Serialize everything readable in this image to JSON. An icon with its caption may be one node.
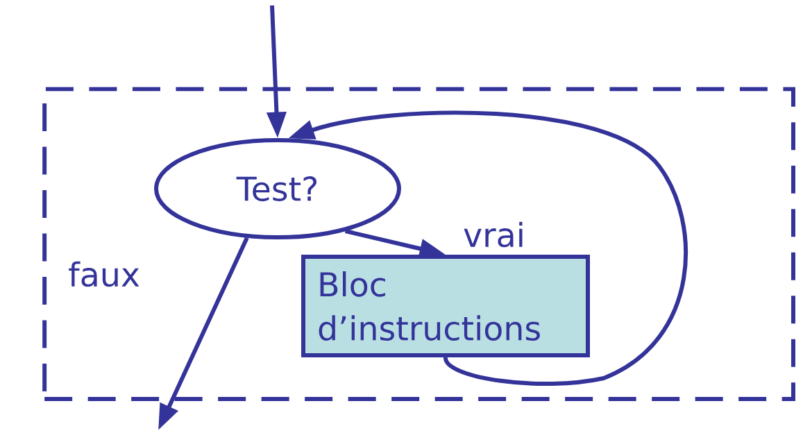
{
  "diagram": {
    "nodes": [
      {
        "text": [],
        "shape": "box"
      },
      {
        "text": [
          "Test?"
        ],
        "in": 0
      },
      {
        "text": [
          "Bloc d’instructions"
        ],
        "in": 0
      }
    ],
    "edges": [
      {
        "from": null,
        "to": 1,
        "arrow": "to"
      },
      {
        "from": 1,
        "to": 2,
        "arrow": "to",
        "label": "vrai"
      },
      {
        "from": 2,
        "to": 1,
        "arrow": "to"
      },
      {
        "from": 1,
        "to": null,
        "arrow": "to",
        "label": "faux"
      }
    ]
  }
}
